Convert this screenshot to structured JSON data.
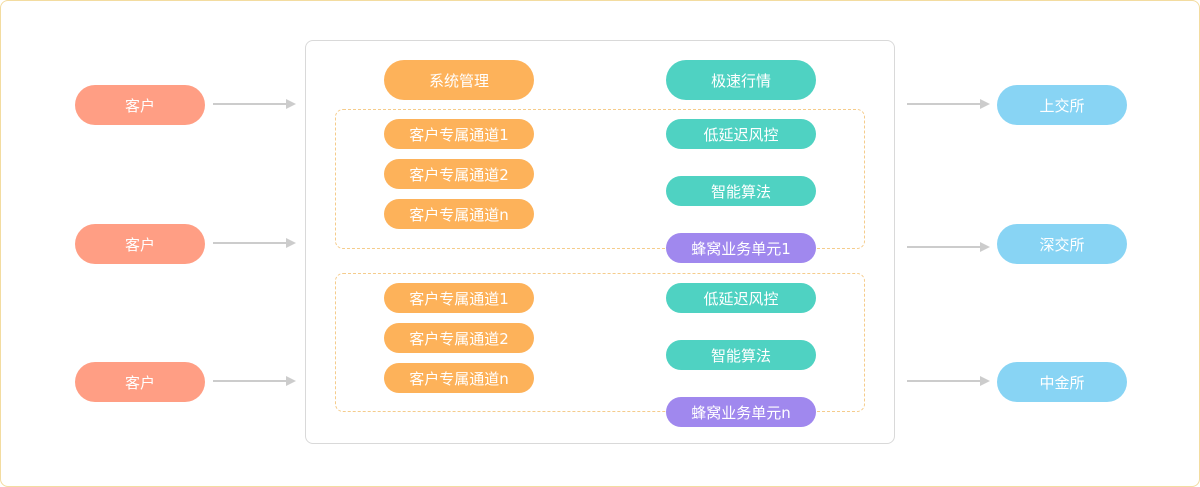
{
  "clients": [
    "客户",
    "客户",
    "客户"
  ],
  "exchanges": [
    "上交所",
    "深交所",
    "中金所"
  ],
  "system": {
    "management": "系统管理",
    "market_data": "极速行情"
  },
  "hive_units": [
    {
      "channels": [
        "客户专属通道1",
        "客户专属通道2",
        "客户专属通道n"
      ],
      "risk_control": "低延迟风控",
      "algorithm": "智能算法",
      "unit_label": "蜂窝业务单元1"
    },
    {
      "channels": [
        "客户专属通道1",
        "客户专属通道2",
        "客户专属通道n"
      ],
      "risk_control": "低延迟风控",
      "algorithm": "智能算法",
      "unit_label": "蜂窝业务单元n"
    }
  ],
  "colors": {
    "client": "#ff9e84",
    "exchange": "#88d4f4",
    "orange": "#fdb25a",
    "teal": "#4fd2c2",
    "purple": "#a088ee",
    "arrow": "#cccccc",
    "frame_border": "#f3dca0",
    "dashed_border": "#f5cc8c"
  }
}
